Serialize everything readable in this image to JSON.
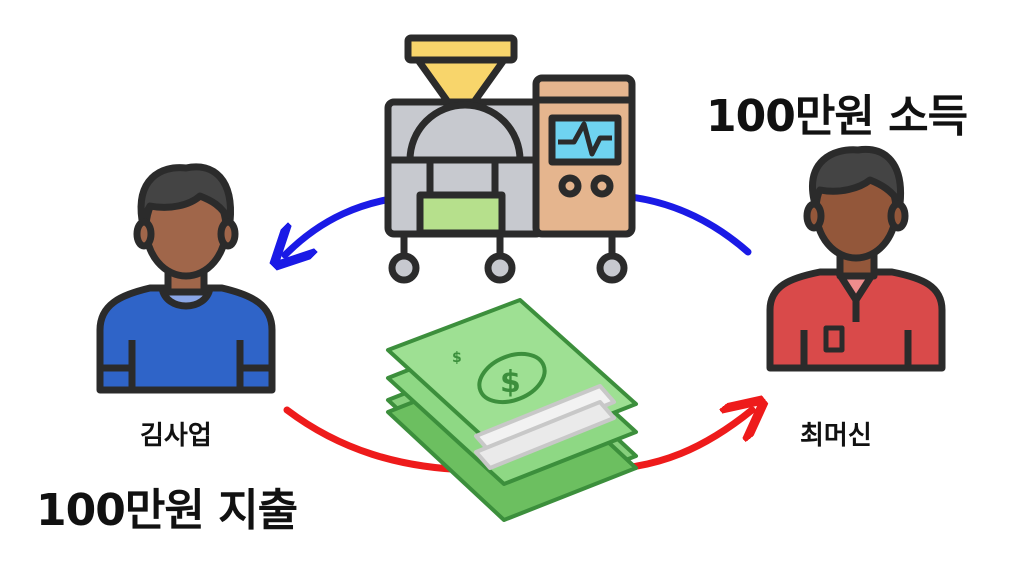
{
  "labels": {
    "income": "100만원 소득",
    "expense": "100만원 지출"
  },
  "people": {
    "buyer": {
      "name": "김사업",
      "shirt_color": "#2f64c8"
    },
    "seller": {
      "name": "최머신",
      "shirt_color": "#d94a4a"
    }
  },
  "arrows": {
    "goods_flow_color": "#1a1ae6",
    "money_flow_color": "#ee1b1b"
  },
  "icons": {
    "machine": "industrial-machine-icon",
    "money": "cash-stack-icon",
    "buyer": "person-blue-shirt-icon",
    "seller": "person-red-shirt-icon"
  }
}
